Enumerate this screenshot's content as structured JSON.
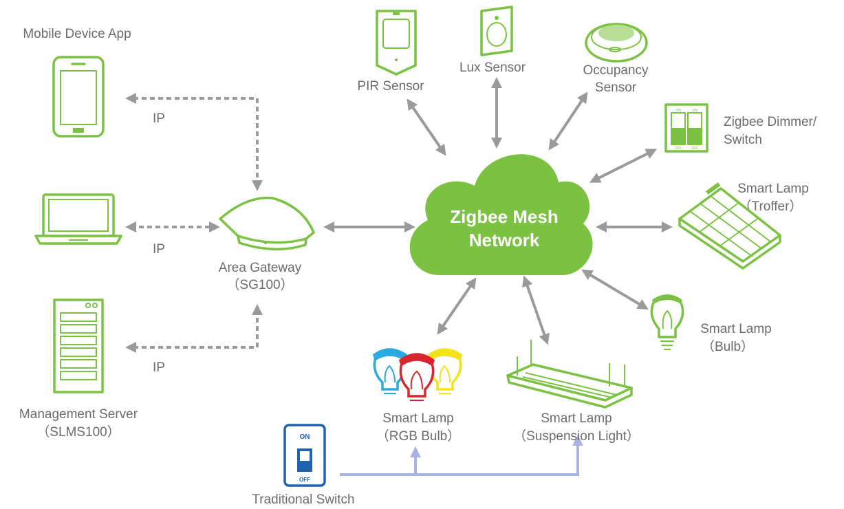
{
  "cloud": {
    "line1": "Zigbee Mesh",
    "line2": "Network"
  },
  "labels": {
    "mobile_app": "Mobile Device App",
    "ip": "IP",
    "gateway_line1": "Area Gateway",
    "gateway_line2": "（SG100）",
    "server_line1": "Management Server",
    "server_line2": "（SLMS100）",
    "pir": "PIR Sensor",
    "lux": "Lux Sensor",
    "occupancy_line1": "Occupancy",
    "occupancy_line2": "Sensor",
    "dimmer_line1": "Zigbee Dimmer/",
    "dimmer_line2": "Switch",
    "troffer_line1": "Smart Lamp",
    "troffer_line2": "（Troffer）",
    "bulb_line1": "Smart Lamp",
    "bulb_line2": "（Bulb）",
    "rgb_line1": "Smart Lamp",
    "rgb_line2": "（RGB Bulb）",
    "suspension_line1": "Smart Lamp",
    "suspension_line2": "（Suspension Light）",
    "traditional_switch": "Traditional Switch",
    "switch_on": "ON",
    "switch_off": "OFF",
    "dimmer_on": "ON",
    "dimmer_off": "OFF"
  },
  "colors": {
    "accent": "#7cc242",
    "arrow": "#9a9a9a",
    "wire": "#a6b4e3",
    "switch_blue": "#1f63ad",
    "bulb_blue": "#29abe2",
    "bulb_red": "#d9262e",
    "bulb_yellow": "#f2e31a",
    "label": "#6b6b6b"
  }
}
